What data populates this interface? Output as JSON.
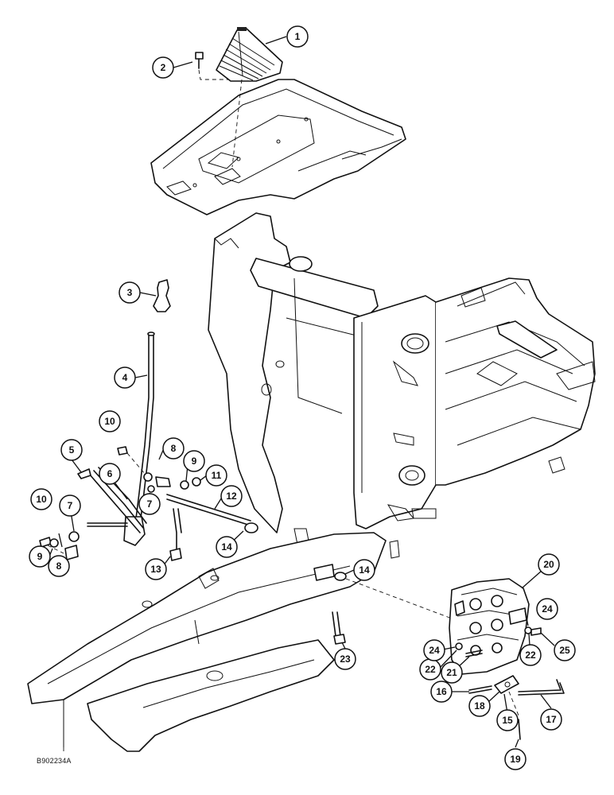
{
  "callouts": [
    {
      "id": "callout-1",
      "label": "1"
    },
    {
      "id": "callout-2",
      "label": "2"
    },
    {
      "id": "callout-3",
      "label": "3"
    },
    {
      "id": "callout-4",
      "label": "4"
    },
    {
      "id": "callout-5",
      "label": "5"
    },
    {
      "id": "callout-6",
      "label": "6"
    },
    {
      "id": "callout-7a",
      "label": "7"
    },
    {
      "id": "callout-7b",
      "label": "7"
    },
    {
      "id": "callout-8a",
      "label": "8"
    },
    {
      "id": "callout-8b",
      "label": "8"
    },
    {
      "id": "callout-9a",
      "label": "9"
    },
    {
      "id": "callout-9b",
      "label": "9"
    },
    {
      "id": "callout-10a",
      "label": "10"
    },
    {
      "id": "callout-10b",
      "label": "10"
    },
    {
      "id": "callout-11",
      "label": "11"
    },
    {
      "id": "callout-12",
      "label": "12"
    },
    {
      "id": "callout-13",
      "label": "13"
    },
    {
      "id": "callout-14a",
      "label": "14"
    },
    {
      "id": "callout-14b",
      "label": "14"
    },
    {
      "id": "callout-15",
      "label": "15"
    },
    {
      "id": "callout-16",
      "label": "16"
    },
    {
      "id": "callout-17",
      "label": "17"
    },
    {
      "id": "callout-18",
      "label": "18"
    },
    {
      "id": "callout-19",
      "label": "19"
    },
    {
      "id": "callout-20",
      "label": "20"
    },
    {
      "id": "callout-21",
      "label": "21"
    },
    {
      "id": "callout-22a",
      "label": "22"
    },
    {
      "id": "callout-22b",
      "label": "22"
    },
    {
      "id": "callout-23",
      "label": "23"
    },
    {
      "id": "callout-24a",
      "label": "24"
    },
    {
      "id": "callout-24b",
      "label": "24"
    },
    {
      "id": "callout-25",
      "label": "25"
    }
  ],
  "drawing_id": "B902234A"
}
